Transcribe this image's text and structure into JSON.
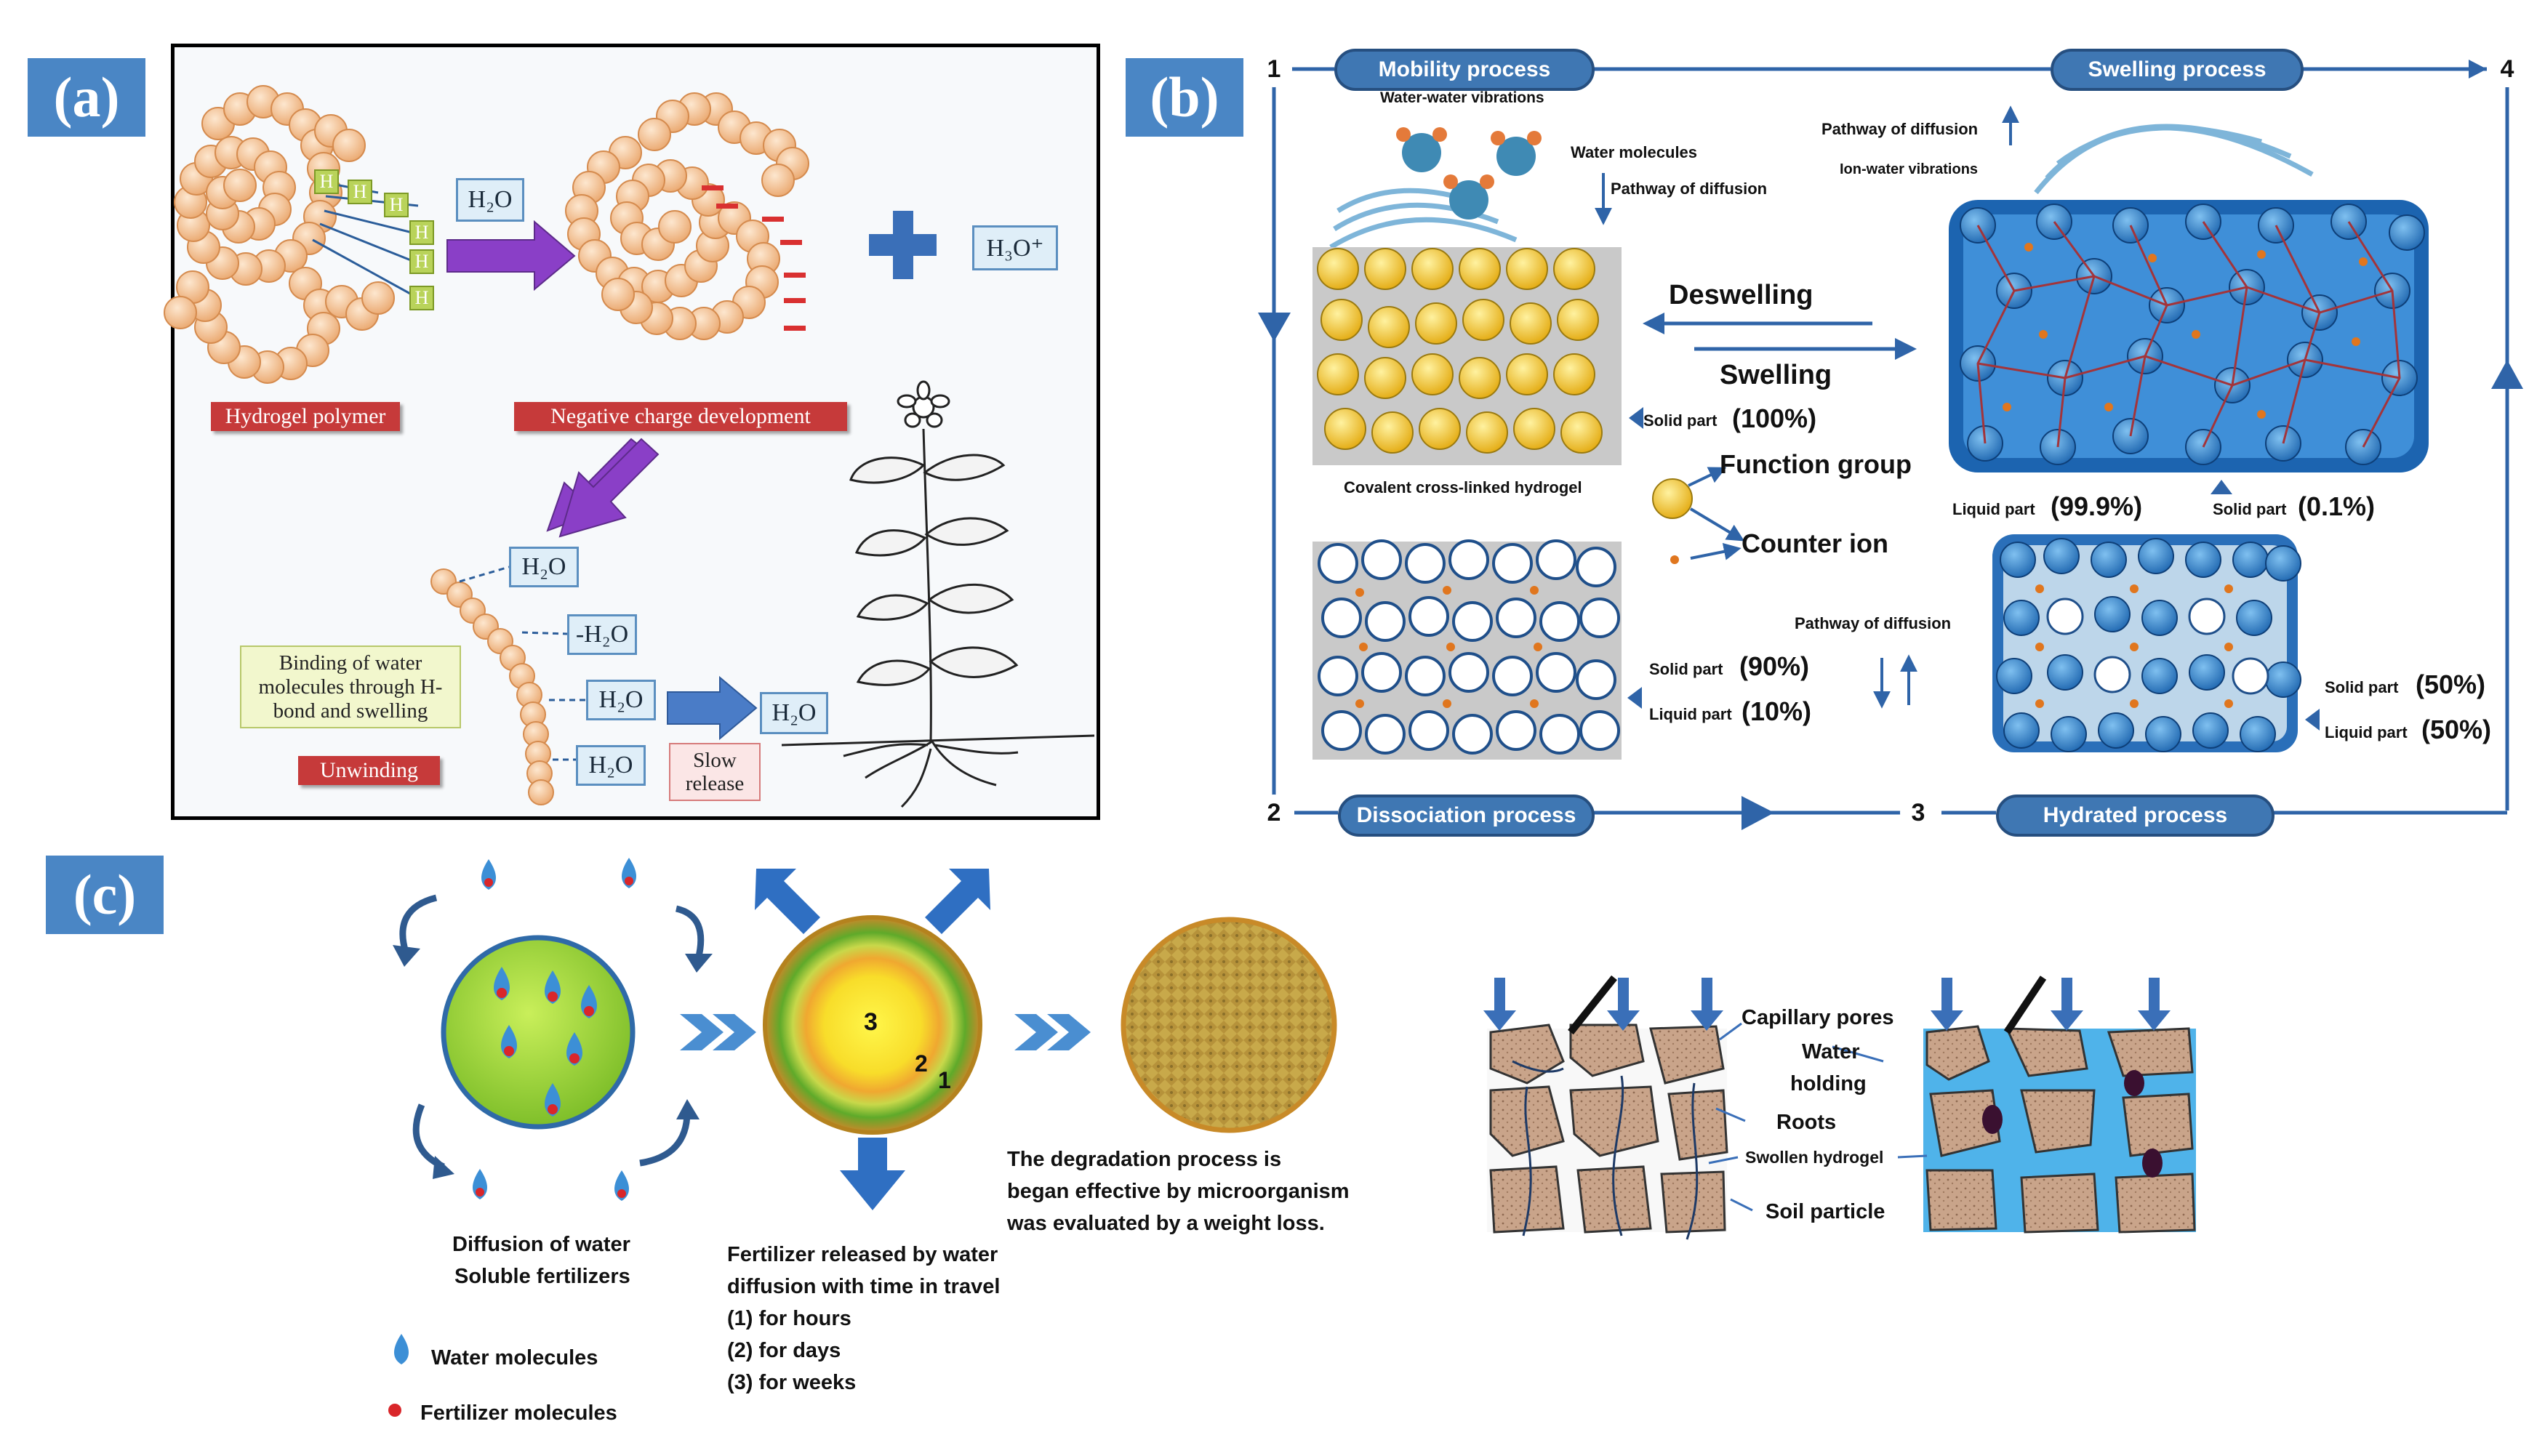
{
  "panel_labels": {
    "a": "(a)",
    "b": "(b)",
    "c": "(c)"
  },
  "panel_a": {
    "h_label": "H",
    "water_top": "H₂O",
    "hydronium": "H₃O⁺",
    "hydrogel_polymer": "Hydrogel polymer",
    "negative_charge": "Negative charge development",
    "binding_text": "Binding of water molecules through H-bond and swelling",
    "unwinding": "Unwinding",
    "water_chain": [
      "H₂O",
      "-H₂O",
      "H₂O",
      "H₂O"
    ],
    "water_release": "H₂O",
    "slow_release": "Slow release",
    "plus": "+"
  },
  "panel_b": {
    "corner_numbers": [
      "1",
      "2",
      "3",
      "4"
    ],
    "mobility_process": "Mobility process",
    "swelling_process": "Swelling process",
    "dissociation_process": "Dissociation process",
    "hydrated_process": "Hydrated process",
    "water_water_vibrations": "Water-water vibrations",
    "water_molecules": "Water molecules",
    "pathway_of_diffusion": "Pathway of diffusion",
    "pathway_of_diffusion_top": "Pathway of diffusion",
    "pathway_of_diffusion_mid": "Pathway of diffusion",
    "ion_water_vibrations": "Ion-water vibrations",
    "deswelling": "Deswelling",
    "swelling": "Swelling",
    "solid_part_100_label": "Solid part",
    "solid_part_100_value": "(100%)",
    "covalent": "Covalent cross-linked hydrogel",
    "function_group": "Function group",
    "counter_ion": "Counter ion",
    "liquid_part_label": "Liquid part",
    "liquid_part_value": "(99.9%)",
    "solid_part_01_label": "Solid part",
    "solid_part_01_value": "(0.1%)",
    "solid_part_90_label": "Solid part",
    "solid_part_90_value": "(90%)",
    "liquid_part_10_label": "Liquid part",
    "liquid_part_10_value": "(10%)",
    "solid_part_50_label": "Solid part",
    "solid_part_50_value": "(50%)",
    "liquid_part_50_label": "Liquid part",
    "liquid_part_50_value": "(50%)"
  },
  "panel_c": {
    "diffusion_caption": [
      "Diffusion of water",
      "Soluble fertilizers"
    ],
    "layer_numbers": [
      "3",
      "2",
      "1"
    ],
    "release_caption": [
      "Fertilizer released by water",
      "diffusion with time in travel",
      "(1) for hours",
      "(2) for days",
      "(3) for weeks"
    ],
    "degradation_caption": [
      "The degradation process is",
      "began effective by microorganism",
      "was evaluated by a weight loss."
    ],
    "legend_water": "Water molecules",
    "legend_fertilizer": "Fertilizer molecules",
    "capillary_pores": "Capillary pores",
    "water_holding": [
      "Water",
      "holding"
    ],
    "roots": "Roots",
    "swollen_hydrogel": "Swollen hydrogel",
    "soil_particle": "Soil particle"
  },
  "colors": {
    "label_blue": "#4a86c5",
    "red_label": "#c63a3a",
    "bead": "#f6c79a",
    "arrow_purple": "#8a3fc7",
    "process_blue": "#3f77b3",
    "yellow_bead": "#f2c21c",
    "gel_blue": "#2f7fc9"
  }
}
